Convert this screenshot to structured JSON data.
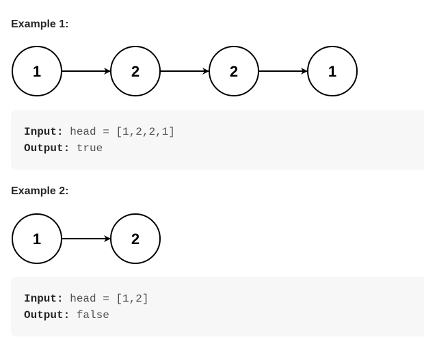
{
  "examples": [
    {
      "title": "Example 1:",
      "nodes": [
        "1",
        "2",
        "2",
        "1"
      ],
      "input_label": "Input:",
      "input_value": "head = [1,2,2,1]",
      "output_label": "Output:",
      "output_value": "true"
    },
    {
      "title": "Example 2:",
      "nodes": [
        "1",
        "2"
      ],
      "input_label": "Input:",
      "input_value": "head = [1,2]",
      "output_label": "Output:",
      "output_value": "false"
    }
  ]
}
